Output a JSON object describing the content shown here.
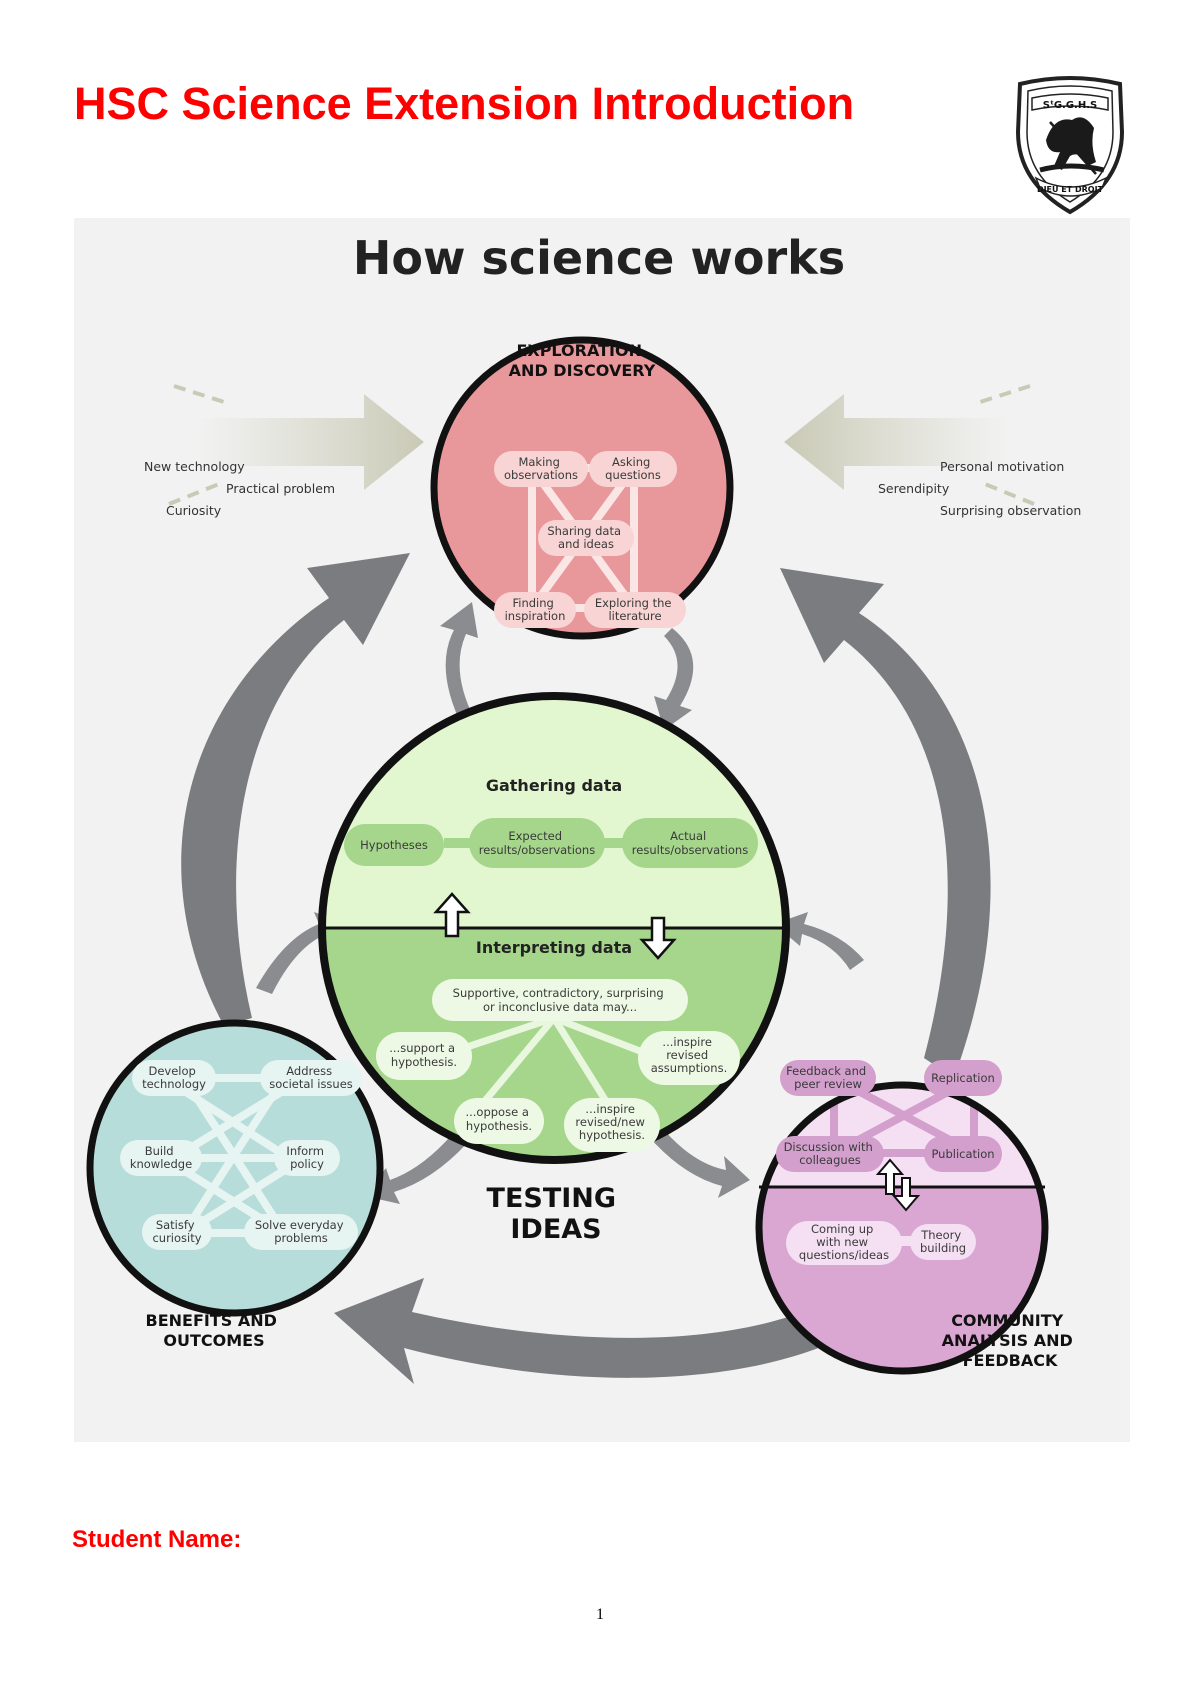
{
  "document": {
    "title": "HSC Science Extension Introduction",
    "student_label": "Student Name:",
    "page_number": "1"
  },
  "crest": {
    "top_text": "SᵗG.G.H.S",
    "motto": "DIEU ET DROIT"
  },
  "diagram": {
    "title": "How science works",
    "exploration": {
      "heading": [
        "EXPLORATION",
        "AND DISCOVERY"
      ],
      "nodes": {
        "making": [
          "Making",
          "observations"
        ],
        "asking": [
          "Asking",
          "questions"
        ],
        "sharing": [
          "Sharing data",
          "and ideas"
        ],
        "finding": [
          "Finding",
          "inspiration"
        ],
        "exploring": [
          "Exploring the",
          "literature"
        ]
      }
    },
    "left_inputs": [
      "New technology",
      "Practical problem",
      "Curiosity"
    ],
    "right_inputs": [
      "Personal motivation",
      "Serendipity",
      "Surprising observation"
    ],
    "testing": {
      "heading": [
        "TESTING",
        "IDEAS"
      ],
      "gathering": {
        "title": "Gathering data",
        "nodes": {
          "hypotheses": [
            "Hypotheses"
          ],
          "expected": [
            "Expected",
            "results/observations"
          ],
          "actual": [
            "Actual",
            "results/observations"
          ]
        }
      },
      "interpreting": {
        "title": "Interpreting data",
        "intro": [
          "Supportive, contradictory, surprising",
          "or inconclusive data may..."
        ],
        "outcomes": {
          "support": [
            "...support a",
            "hypothesis."
          ],
          "oppose": [
            "...oppose a",
            "hypothesis."
          ],
          "revised_new": [
            "...inspire",
            "revised/new",
            "hypothesis."
          ],
          "revised_assumptions": [
            "...inspire",
            "revised",
            "assumptions."
          ]
        }
      }
    },
    "benefits": {
      "heading": [
        "BENEFITS AND",
        "OUTCOMES"
      ],
      "nodes": {
        "develop": [
          "Develop",
          "technology"
        ],
        "address": [
          "Address",
          "societal issues"
        ],
        "build": [
          "Build",
          "knowledge"
        ],
        "inform": [
          "Inform",
          "policy"
        ],
        "satisfy": [
          "Satisfy",
          "curiosity"
        ],
        "solve": [
          "Solve everyday",
          "problems"
        ]
      }
    },
    "community": {
      "heading": [
        "COMMUNITY",
        "ANALYSIS AND",
        "FEEDBACK"
      ],
      "nodes": {
        "feedback": [
          "Feedback and",
          "peer review"
        ],
        "replication": [
          "Replication"
        ],
        "discussion": [
          "Discussion with",
          "colleagues"
        ],
        "publication": [
          "Publication"
        ],
        "coming_up": [
          "Coming up",
          "with new",
          "questions/ideas"
        ],
        "theory": [
          "Theory",
          "building"
        ]
      }
    },
    "colors": {
      "exploration_fill": "#e8979b",
      "testing_top_fill": "#e2f7d0",
      "testing_bottom_fill": "#a5d68c",
      "testing_pill": "#a5d68c",
      "benefits_fill": "#b6ddd9",
      "community_top_fill": "#f5e0f3",
      "community_bottom_fill": "#d9a7d2",
      "community_pill": "#d39fcd",
      "arrow_gray": "#7a7c7f",
      "title_red": "#ff0000"
    }
  }
}
